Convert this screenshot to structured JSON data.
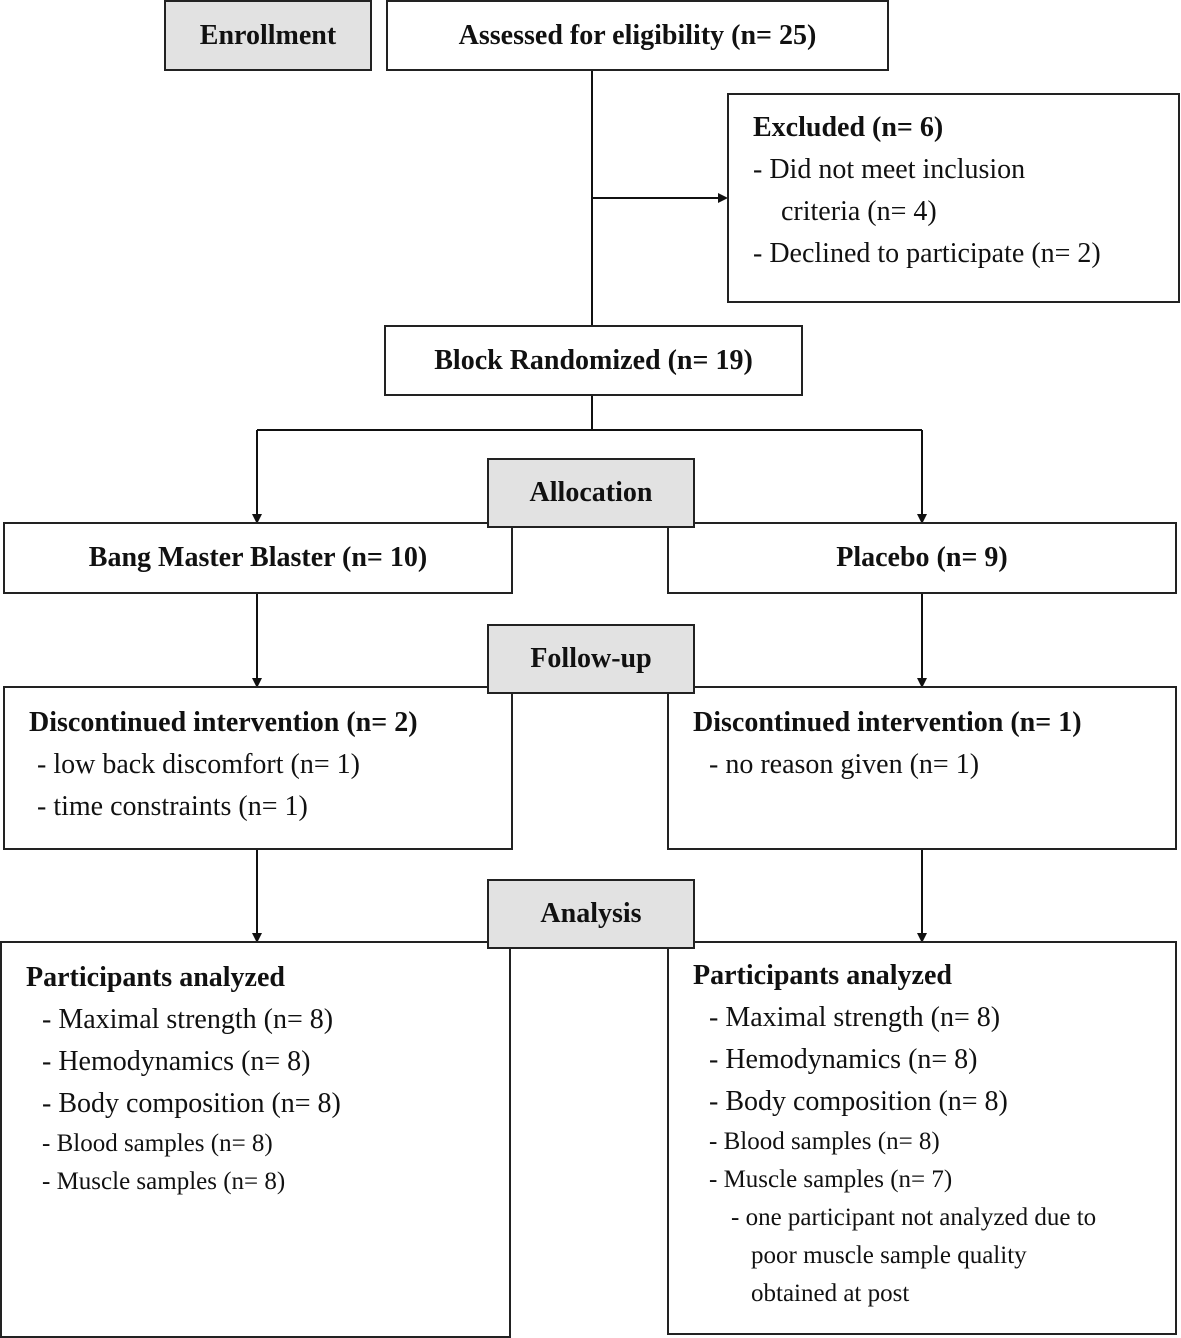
{
  "stages": {
    "enrollment": "Enrollment",
    "allocation": "Allocation",
    "followup": "Follow-up",
    "analysis": "Analysis"
  },
  "assessed": "Assessed for eligibility (n= 25)",
  "excluded": {
    "title": "Excluded (n= 6)",
    "lines": [
      "- Did not meet inclusion",
      "criteria (n= 4)",
      "- Declined to participate (n= 2)"
    ]
  },
  "randomized": "Block Randomized (n= 19)",
  "arms": {
    "left": {
      "label": "Bang Master Blaster (n= 10)",
      "discontinued": {
        "title": "Discontinued intervention (n= 2)",
        "lines": [
          "- low back discomfort (n= 1)",
          "- time constraints (n= 1)"
        ]
      },
      "analyzed": {
        "title": "Participants analyzed",
        "lines_large": [
          "- Maximal strength (n= 8)",
          "- Hemodynamics (n= 8)",
          "- Body composition (n= 8)"
        ],
        "lines_small": [
          "- Blood samples (n= 8)",
          "- Muscle samples (n= 8)"
        ]
      }
    },
    "right": {
      "label": "Placebo (n= 9)",
      "discontinued": {
        "title": "Discontinued intervention (n= 1)",
        "lines": [
          "- no reason given (n= 1)"
        ]
      },
      "analyzed": {
        "title": "Participants analyzed",
        "lines_large": [
          "- Maximal strength (n= 8)",
          "- Hemodynamics (n= 8)",
          "- Body composition (n= 8)"
        ],
        "lines_small": [
          "- Blood samples (n= 8)",
          "- Muscle samples (n= 7)"
        ],
        "note": [
          "- one participant not analyzed due to",
          "poor muscle sample quality",
          "obtained at post"
        ]
      }
    }
  }
}
